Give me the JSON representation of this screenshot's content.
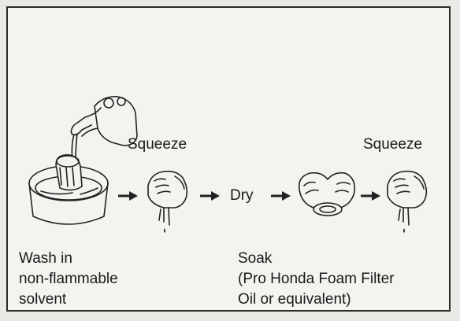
{
  "steps": {
    "wash": "Wash in\nnon-flammable\nsolvent",
    "squeeze1": "Squeeze",
    "dry": "Dry",
    "soak": "Soak\n(Pro Honda Foam Filter\nOil or equivalent)",
    "squeeze2": "Squeeze"
  },
  "icons": [
    "solvent-can-icon",
    "wash-pan-icon",
    "squeeze-hand-icon",
    "soak-hands-icon",
    "arrow-right-icon"
  ]
}
